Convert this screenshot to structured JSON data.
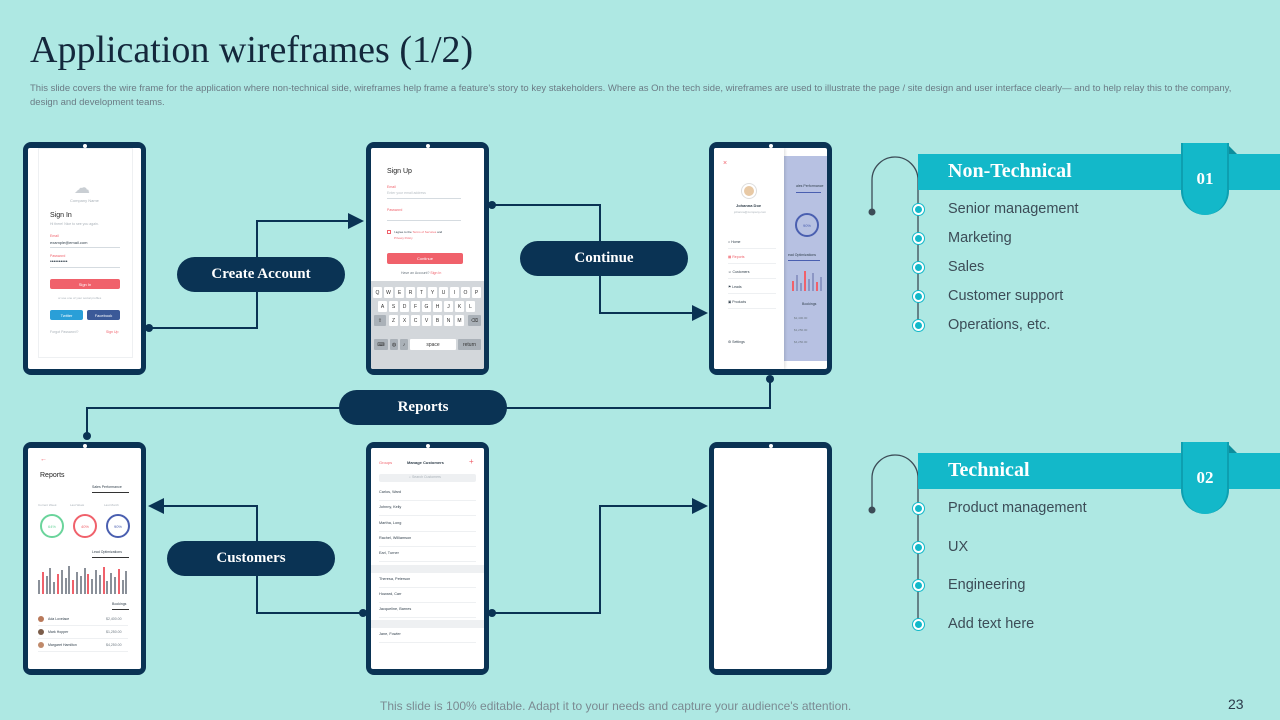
{
  "page": {
    "title": "Application wireframes (1/2)",
    "subtitle": "This slide covers the wire frame for the application where non-technical side, wireframes help frame a feature's story to key stakeholders. Where as On the tech side, wireframes are used to illustrate the page / site design and user interface clearly— and to help relay this to the company, design and development teams.",
    "footer": "This slide is 100% editable. Adapt it to your needs and capture your audience's attention.",
    "page_number": "23"
  },
  "colors": {
    "background": "#aee8e3",
    "navy": "#0a3354",
    "teal": "#13b8c9",
    "accent_red": "#f0616b"
  },
  "flow_labels": {
    "create_account": "Create Account",
    "continue": "Continue",
    "reports": "Reports",
    "customers": "Customers"
  },
  "phones": {
    "signin": {
      "company": "Company Name",
      "heading": "Sign In",
      "hint": "Hi there! Nice to see you again.",
      "email_label": "Email",
      "email_value": "example@email.com",
      "password_label": "Password",
      "password_value": "••••••••••",
      "button": "Sign In",
      "alt": "or use one of your social profiles",
      "twitter": "Twitter",
      "facebook": "Facebook",
      "forgot": "Forgot Password?",
      "signup": "Sign Up"
    },
    "signup": {
      "heading": "Sign Up",
      "email_label": "Email",
      "email_placeholder": "Enter your email address",
      "password_label": "Password",
      "terms_1": "I agree to the",
      "terms_link": "Terms of Services",
      "terms_2": "and",
      "privacy": "Privacy Policy",
      "button": "Continue",
      "have_account": "Have an Account?",
      "sign_in": "Sign In",
      "keyboard_row1": [
        "Q",
        "W",
        "E",
        "R",
        "T",
        "Y",
        "U",
        "I",
        "O",
        "P"
      ],
      "keyboard_row2": [
        "A",
        "S",
        "D",
        "F",
        "G",
        "H",
        "J",
        "K",
        "L"
      ],
      "keyboard_row3": [
        "Z",
        "X",
        "C",
        "V",
        "B",
        "N",
        "M"
      ],
      "space": "space",
      "return": "return"
    },
    "menu": {
      "user_name": "Johanna Doe",
      "user_email": "johanna@company.com",
      "items": [
        "Home",
        "Reports",
        "Customers",
        "Leads",
        "Products"
      ],
      "settings": "Settings",
      "side_header_1": "ales Performance",
      "side_ring": "90%",
      "side_header_2": "ead Optimizations",
      "side_header_3": "Bookings",
      "side_values": [
        "$2,400.00",
        "$1,250.00",
        "$4,250.00"
      ]
    },
    "reports": {
      "heading": "Reports",
      "tab": "Sales Performance",
      "ring_labels": [
        "Current Week",
        "Last Week",
        "Last Month"
      ],
      "ring_values": [
        "64%",
        "40%",
        "90%"
      ],
      "section2": "Lead Optimizations",
      "section3": "Bookings",
      "people": [
        {
          "name": "Ada Lovelace",
          "value": "$2,400.00"
        },
        {
          "name": "Mark Hopper",
          "value": "$1,250.00"
        },
        {
          "name": "Margaret Hamilton",
          "value": "$4,250.00"
        }
      ]
    },
    "customers": {
      "groups": "Groups",
      "heading": "Manage Customers",
      "plus": "+",
      "search": "Search Customers",
      "group1": [
        "Carlos, Ward",
        "Johnny, Kelly",
        "Martha, Long",
        "Rachel, Williamson",
        "Earl, Turner"
      ],
      "group2": [
        "Theresa, Peterson",
        "Howard, Carr",
        "Jacqueline, Barnes"
      ],
      "group3": [
        "Jane, Fowler"
      ]
    }
  },
  "panels": [
    {
      "heading": "Non-Technical",
      "badge": "01",
      "items": [
        "Senior management",
        "Marketing",
        "Sales",
        "Customer support",
        "Operations, etc."
      ]
    },
    {
      "heading": "Technical",
      "badge": "02",
      "items": [
        "Product management",
        "UX",
        "Engineering",
        "Add text here"
      ]
    }
  ]
}
